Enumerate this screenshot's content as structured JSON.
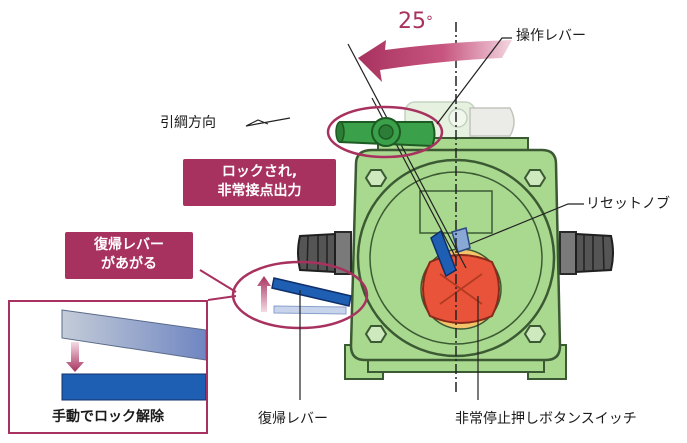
{
  "angle": {
    "value": "25",
    "unit": "°"
  },
  "labels": {
    "operation_lever": "操作レバー",
    "pull_direction": "引綱方向",
    "reset_knob": "リセットノブ",
    "reset_lever": "復帰レバー",
    "emergency_button": "非常停止押しボタンスイッチ",
    "manual_unlock": "手動でロック解除"
  },
  "badges": {
    "locked_line1": "ロックされ,",
    "locked_line2": "非常接点出力",
    "lever_up_line1": "復帰レバー",
    "lever_up_line2": "があがる"
  },
  "colors": {
    "body_green": "#a9d88f",
    "body_stroke": "#3b5a33",
    "lever_green": "#3aa049",
    "accent_magenta": "#a8325f",
    "knob_red": "#e8533a",
    "reset_lever_blue": "#1f5fb3"
  }
}
